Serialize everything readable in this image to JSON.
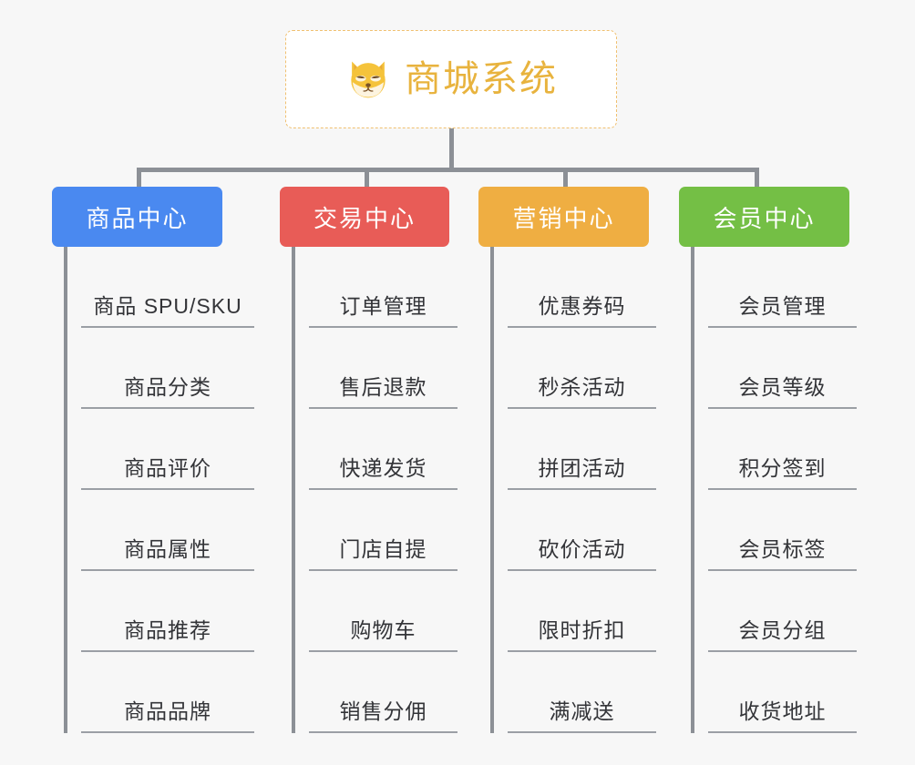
{
  "background_color": "#f7f7f7",
  "root": {
    "title": "商城系统",
    "icon": "shiba-dog-icon",
    "text_color": "#e8b33e",
    "border_color": "#f0c070"
  },
  "columns": [
    {
      "header": "商品中心",
      "color": "#4a89f0",
      "items": [
        "商品 SPU/SKU",
        "商品分类",
        "商品评价",
        "商品属性",
        "商品推荐",
        "商品品牌"
      ]
    },
    {
      "header": "交易中心",
      "color": "#e85c57",
      "items": [
        "订单管理",
        "售后退款",
        "快递发货",
        "门店自提",
        "购物车",
        "销售分佣"
      ]
    },
    {
      "header": "营销中心",
      "color": "#efae42",
      "items": [
        "优惠券码",
        "秒杀活动",
        "拼团活动",
        "砍价活动",
        "限时折扣",
        "满减送"
      ]
    },
    {
      "header": "会员中心",
      "color": "#74bf45",
      "items": [
        "会员管理",
        "会员等级",
        "积分签到",
        "会员标签",
        "会员分组",
        "收货地址"
      ]
    }
  ]
}
